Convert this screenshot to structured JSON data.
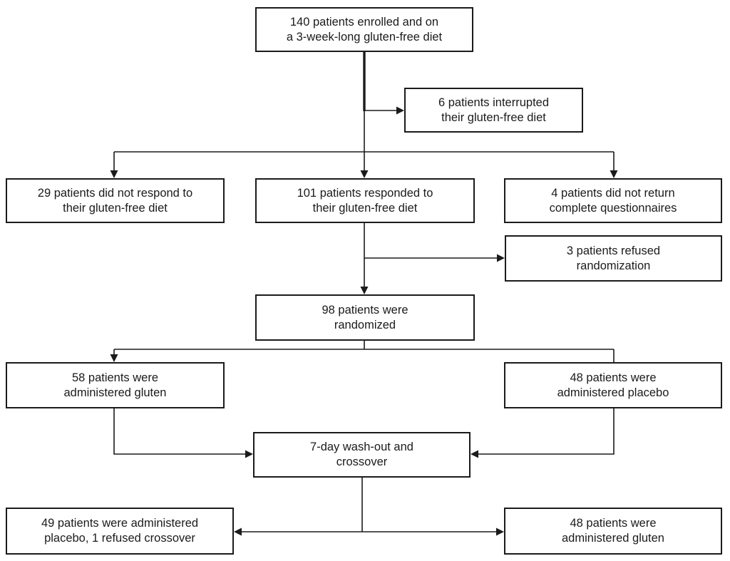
{
  "diagram": {
    "kind": "patient-flow-chart",
    "colors": {
      "background": "#ffffff",
      "box_border": "#1b1b1b",
      "text": "#1b1b1b",
      "line": "#1b1b1b"
    },
    "nodes": {
      "enrolled": {
        "lines": [
          "140 patients enrolled and on",
          "a 3-week-long gluten-free diet"
        ]
      },
      "interrupted": {
        "lines": [
          "6 patients interrupted",
          "their gluten-free diet"
        ]
      },
      "no_response": {
        "lines": [
          "29 patients did not respond to",
          "their gluten-free diet"
        ]
      },
      "responded": {
        "lines": [
          "101 patients responded to",
          "their gluten-free diet"
        ]
      },
      "no_questionnaires": {
        "lines": [
          "4 patients did not return",
          "complete questionnaires"
        ]
      },
      "refused": {
        "lines": [
          "3 patients refused",
          "randomization"
        ]
      },
      "randomized": {
        "lines": [
          "98 patients were",
          "randomized"
        ]
      },
      "gluten_arm": {
        "lines": [
          "58 patients were",
          "administered gluten"
        ]
      },
      "placebo_arm": {
        "lines": [
          "48 patients were",
          "administered placebo"
        ]
      },
      "washout": {
        "lines": [
          "7-day wash-out and",
          "crossover"
        ]
      },
      "crossover_placebo": {
        "lines": [
          "49 patients were administered",
          "placebo, 1 refused crossover"
        ]
      },
      "crossover_gluten": {
        "lines": [
          "48 patients were",
          "administered gluten"
        ]
      }
    },
    "edges": [
      {
        "from": "enrolled",
        "to": "interrupted"
      },
      {
        "from": "enrolled",
        "to": "no_response"
      },
      {
        "from": "enrolled",
        "to": "responded"
      },
      {
        "from": "enrolled",
        "to": "no_questionnaires"
      },
      {
        "from": "responded",
        "to": "refused"
      },
      {
        "from": "responded",
        "to": "randomized"
      },
      {
        "from": "randomized",
        "to": "gluten_arm"
      },
      {
        "from": "randomized",
        "to": "placebo_arm"
      },
      {
        "from": "gluten_arm",
        "to": "washout"
      },
      {
        "from": "placebo_arm",
        "to": "washout"
      },
      {
        "from": "washout",
        "to": "crossover_placebo"
      },
      {
        "from": "washout",
        "to": "crossover_gluten"
      }
    ]
  }
}
